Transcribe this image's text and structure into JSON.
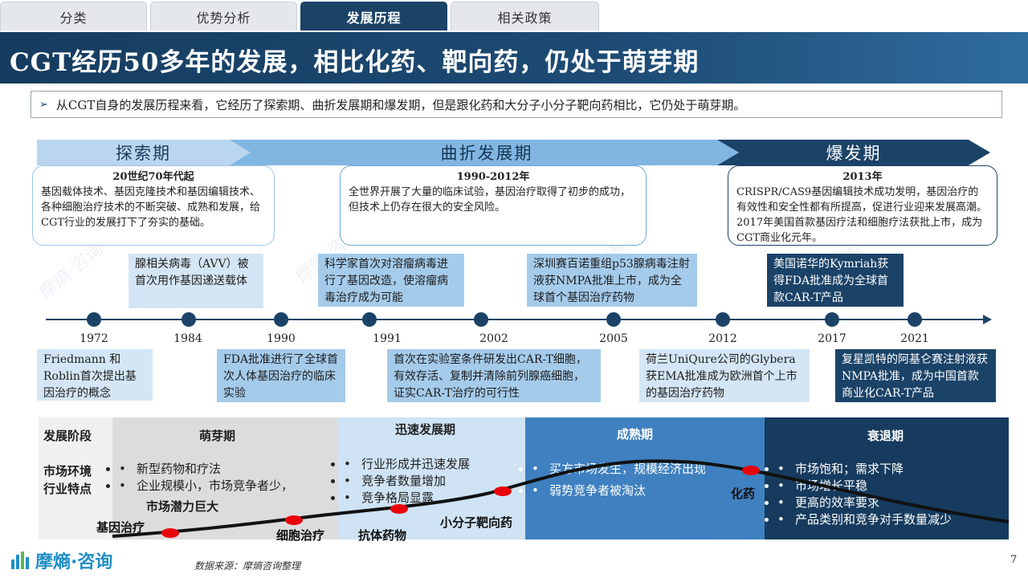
{
  "tabs": [
    {
      "label": "分类"
    },
    {
      "label": "优势分析"
    },
    {
      "label": "发展历程"
    },
    {
      "label": "相关政策"
    }
  ],
  "title": "CGT经历50多年的发展，相比化药、靶向药，仍处于萌芽期",
  "summary": "从CGT自身的发展历程来看，它经历了探索期、曲折发展期和爆发期，但是跟化药和大分子小分子靶向药相比，它仍处于萌芽期。",
  "phases": [
    {
      "name": "探索期",
      "year": "20世纪70年代起",
      "desc": "基因载体技术、基因克隆技术和基因编辑技术、各种细胞治疗技术的不断突破、成熟和发展，给CGT行业的发展打下了夯实的基础。"
    },
    {
      "name": "曲折发展期",
      "year": "1990-2012年",
      "desc": "全世界开展了大量的临床试验，基因治疗取得了初步的成功，但技术上仍存在很大的安全风险。"
    },
    {
      "name": "爆发期",
      "year": "2013年",
      "desc": "CRISPR/CAS9基因编辑技术成功发明，基因治疗的有效性和安全性都有所提高，促进行业迎来发展高潮。2017年美国首款基因疗法和细胞疗法获批上市，成为CGT商业化元年。"
    }
  ],
  "timeline": {
    "years": [
      "1972",
      "1984",
      "1990",
      "1991",
      "2002",
      "2005",
      "2012",
      "2017",
      "2021"
    ],
    "events_top": [
      "腺相关病毒（AVV）被首次用作基因递送载体",
      "科学家首次对溶瘤病毒进行了基因改造，使溶瘤病毒治疗成为可能",
      "深圳赛百诺重组p53腺病毒注射液获NMPA批准上市，成为全球首个基因治疗药物",
      "美国诺华的Kymriah获得FDA批准成为全球首款CAR-T产品"
    ],
    "events_bottom": [
      "Friedmann 和 Roblin首次提出基因治疗的概念",
      "FDA批准进行了全球首次人体基因治疗的临床实验",
      "首次在实验室条件研发出CAR-T细胞，有效存活、复制并清除前列腺癌细胞，证实CAR-T治疗的可行性",
      "荷兰UniQure公司的Glybera获EMA批准成为欧洲首个上市的基因治疗药物",
      "复星凯特的阿基仑赛注射液获NMPA批准，成为中国首款商业化CAR-T产品"
    ]
  },
  "lifecycle": {
    "row_labels": {
      "stage": "发展阶段",
      "env1": "市场环境",
      "env2": "行业特点"
    },
    "stages": [
      {
        "name": "萌芽期",
        "bullets": [
          "新型药物和疗法",
          "企业规模小，市场竞争者少，"
        ],
        "emphasis": "市场潜力巨大"
      },
      {
        "name": "迅速发展期",
        "bullets": [
          "行业形成并迅速发展",
          "竞争者数量增加",
          "竞争格局显露"
        ]
      },
      {
        "name": "成熟期",
        "bullets": [
          "买方市场发生，规模经济出现",
          "弱势竞争者被淘汰"
        ]
      },
      {
        "name": "衰退期",
        "bullets": [
          "市场饱和；需求下降",
          "市场增长平稳",
          "更高的效率要求",
          "产品类别和竞争对手数量减少"
        ]
      }
    ],
    "curve_labels": [
      "基因治疗",
      "细胞治疗",
      "抗体药物",
      "小分子靶向药",
      "化药"
    ]
  },
  "footer": {
    "source": "数据来源：摩熵咨询整理",
    "page": "7",
    "logo": "摩熵·咨询"
  },
  "watermark": "摩熵·咨询",
  "colors": {
    "navy": "#1b4368",
    "light_blue": "#d4e6f5",
    "mid_blue": "#a5cbeb",
    "curve_marker": "#e8000b"
  }
}
